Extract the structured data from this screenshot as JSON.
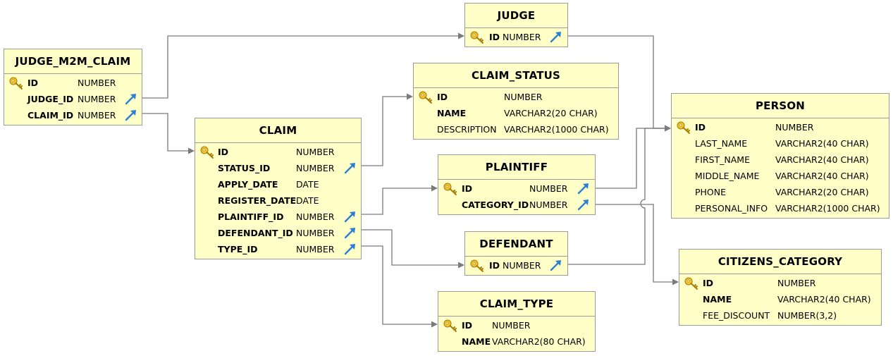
{
  "tables": {
    "judge": {
      "title": "JUDGE",
      "columns": [
        {
          "name": "ID",
          "type": "NUMBER"
        }
      ]
    },
    "judge_m2m_claim": {
      "title": "JUDGE_M2M_CLAIM",
      "columns": [
        {
          "name": "ID",
          "type": "NUMBER"
        },
        {
          "name": "JUDGE_ID",
          "type": "NUMBER"
        },
        {
          "name": "CLAIM_ID",
          "type": "NUMBER"
        }
      ]
    },
    "claim_status": {
      "title": "CLAIM_STATUS",
      "columns": [
        {
          "name": "ID",
          "type": "NUMBER"
        },
        {
          "name": "NAME",
          "type": "VARCHAR2(20 CHAR)"
        },
        {
          "name": "DESCRIPTION",
          "type": "VARCHAR2(1000 CHAR)"
        }
      ]
    },
    "person": {
      "title": "PERSON",
      "columns": [
        {
          "name": "ID",
          "type": "NUMBER"
        },
        {
          "name": "LAST_NAME",
          "type": "VARCHAR2(40 CHAR)"
        },
        {
          "name": "FIRST_NAME",
          "type": "VARCHAR2(40 CHAR)"
        },
        {
          "name": "MIDDLE_NAME",
          "type": "VARCHAR2(40 CHAR)"
        },
        {
          "name": "PHONE",
          "type": "VARCHAR2(20 CHAR)"
        },
        {
          "name": "PERSONAL_INFO",
          "type": "VARCHAR2(1000 CHAR)"
        }
      ]
    },
    "claim": {
      "title": "CLAIM",
      "columns": [
        {
          "name": "ID",
          "type": "NUMBER"
        },
        {
          "name": "STATUS_ID",
          "type": "NUMBER"
        },
        {
          "name": "APPLY_DATE",
          "type": "DATE"
        },
        {
          "name": "REGISTER_DATE",
          "type": "DATE"
        },
        {
          "name": "PLAINTIFF_ID",
          "type": "NUMBER"
        },
        {
          "name": "DEFENDANT_ID",
          "type": "NUMBER"
        },
        {
          "name": "TYPE_ID",
          "type": "NUMBER"
        }
      ]
    },
    "plaintiff": {
      "title": "PLAINTIFF",
      "columns": [
        {
          "name": "ID",
          "type": "NUMBER"
        },
        {
          "name": "CATEGORY_ID",
          "type": "NUMBER"
        }
      ]
    },
    "defendant": {
      "title": "DEFENDANT",
      "columns": [
        {
          "name": "ID",
          "type": "NUMBER"
        }
      ]
    },
    "citizens_category": {
      "title": "CITIZENS_CATEGORY",
      "columns": [
        {
          "name": "ID",
          "type": "NUMBER"
        },
        {
          "name": "NAME",
          "type": "VARCHAR2(40 CHAR)"
        },
        {
          "name": "FEE_DISCOUNT",
          "type": "NUMBER(3,2)"
        }
      ]
    },
    "claim_type": {
      "title": "CLAIM_TYPE",
      "columns": [
        {
          "name": "ID",
          "type": "NUMBER"
        },
        {
          "name": "NAME",
          "type": "VARCHAR2(80 CHAR)"
        }
      ]
    }
  },
  "colors": {
    "table_fill": "#ffffc8",
    "table_border": "#9a9a9a",
    "connector": "#7a7a7a",
    "key_icon": "#d9a514",
    "fk_arrow_icon": "#2a7fd4"
  }
}
